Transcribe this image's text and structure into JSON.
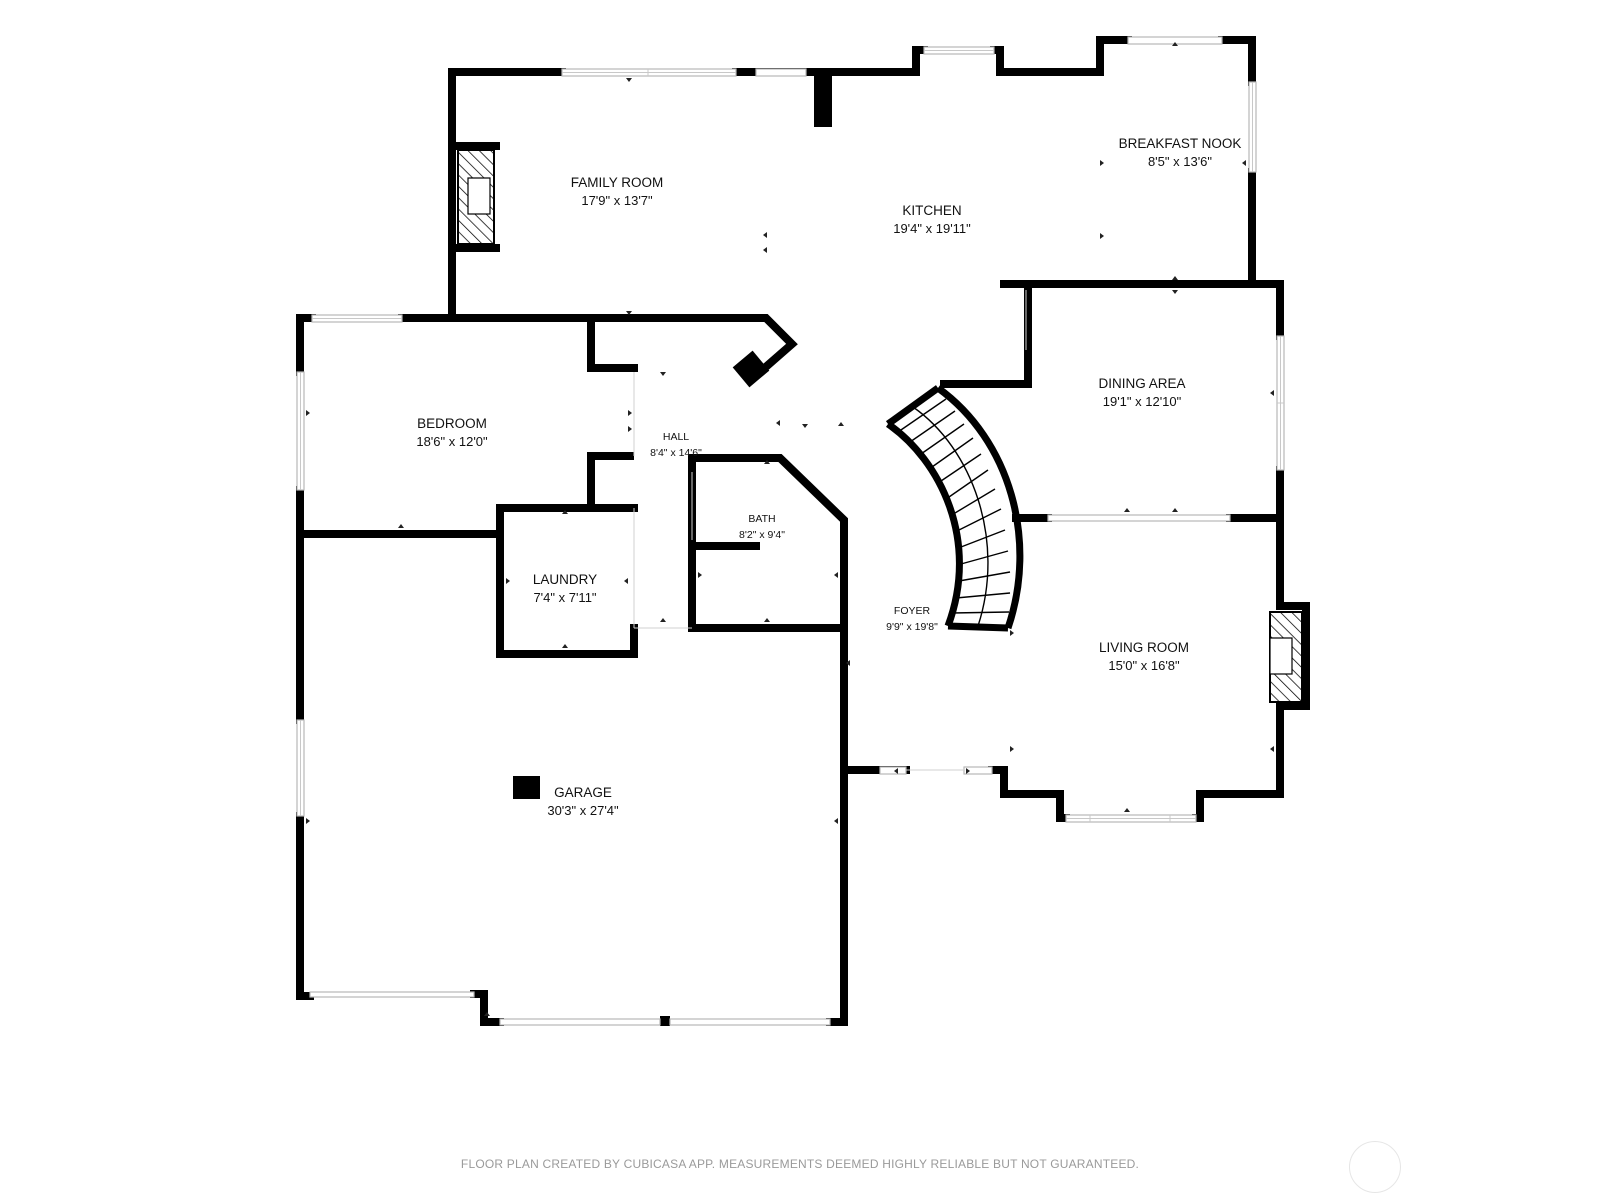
{
  "rooms": {
    "family_room": {
      "name": "FAMILY ROOM",
      "dim": "17'9\" x 13'7\""
    },
    "kitchen": {
      "name": "KITCHEN",
      "dim": "19'4\" x 19'11\""
    },
    "breakfast_nook": {
      "name": "BREAKFAST NOOK",
      "dim": "8'5\" x 13'6\""
    },
    "bedroom": {
      "name": "BEDROOM",
      "dim": "18'6\" x 12'0\""
    },
    "hall": {
      "name": "HALL",
      "dim": "8'4\" x 14'6\""
    },
    "dining_area": {
      "name": "DINING AREA",
      "dim": "19'1\" x 12'10\""
    },
    "bath": {
      "name": "BATH",
      "dim": "8'2\" x 9'4\""
    },
    "laundry": {
      "name": "LAUNDRY",
      "dim": "7'4\" x 7'11\""
    },
    "foyer": {
      "name": "FOYER",
      "dim": "9'9\" x 19'8\""
    },
    "living_room": {
      "name": "LIVING ROOM",
      "dim": "15'0\" x 16'8\""
    },
    "garage": {
      "name": "GARAGE",
      "dim": "30'3\" x 27'4\""
    }
  },
  "footer": {
    "note": "FLOOR PLAN CREATED BY CUBICASA APP. MEASUREMENTS DEEMED HIGHLY RELIABLE BUT NOT GUARANTEED."
  },
  "colors": {
    "wall": "#000000",
    "window": "#b8b8b8",
    "text": "#111111",
    "footer": "#9a9a9a"
  },
  "icons": {
    "fireplace": "fireplace-hatch-icon",
    "stairs": "curved-staircase-icon",
    "compass": "compass-icon"
  }
}
